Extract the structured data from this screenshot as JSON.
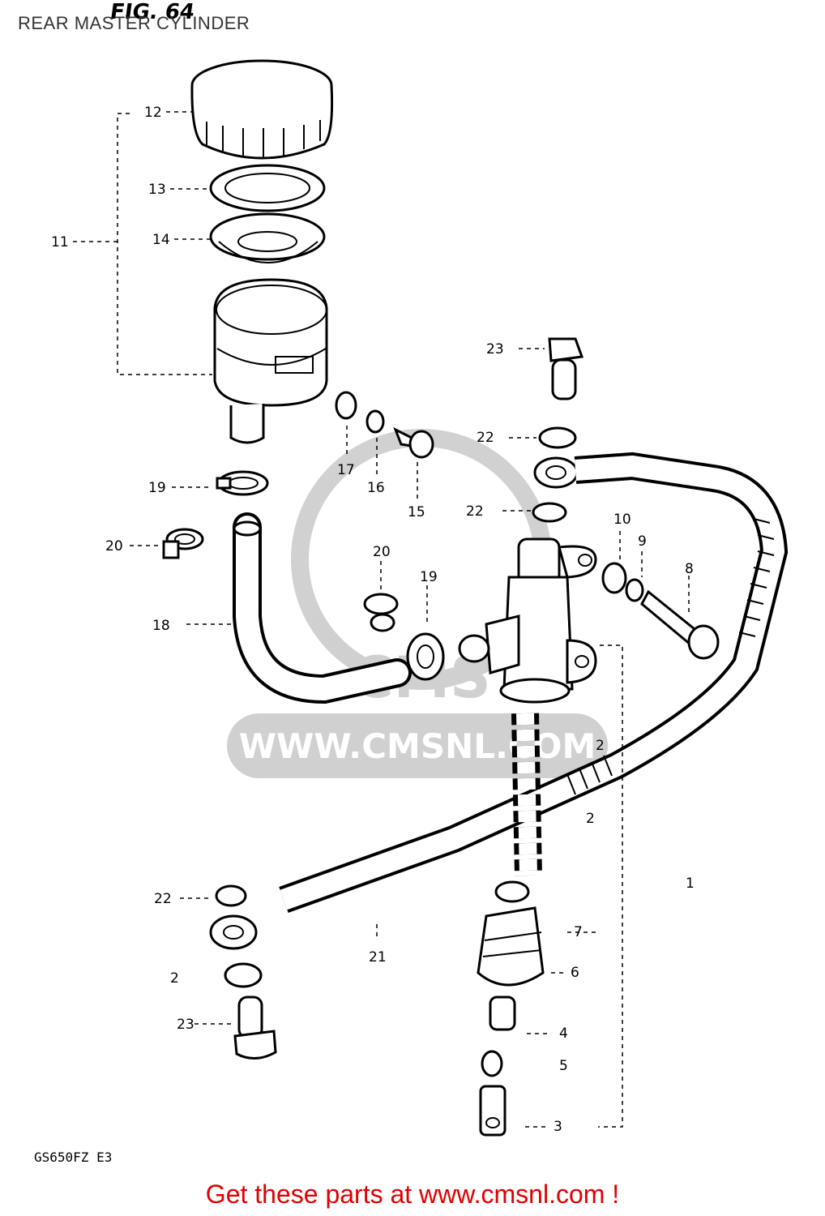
{
  "header": {
    "title": "REAR MASTER CYLINDER",
    "figure": "FIG. 64"
  },
  "drawing_code": "GS650FZ E3",
  "footer": {
    "cta": "Get these parts at www.cmsnl.com !"
  },
  "watermark": {
    "text": "WWW.CMSNL.COM",
    "logo": "CMS"
  },
  "callouts": [
    "1",
    "2",
    "2",
    "2",
    "3",
    "4",
    "5",
    "6",
    "7",
    "8",
    "9",
    "10",
    "11",
    "12",
    "13",
    "14",
    "15",
    "16",
    "17",
    "18",
    "19",
    "19",
    "20",
    "20",
    "21",
    "22",
    "22",
    "22",
    "23",
    "23"
  ]
}
